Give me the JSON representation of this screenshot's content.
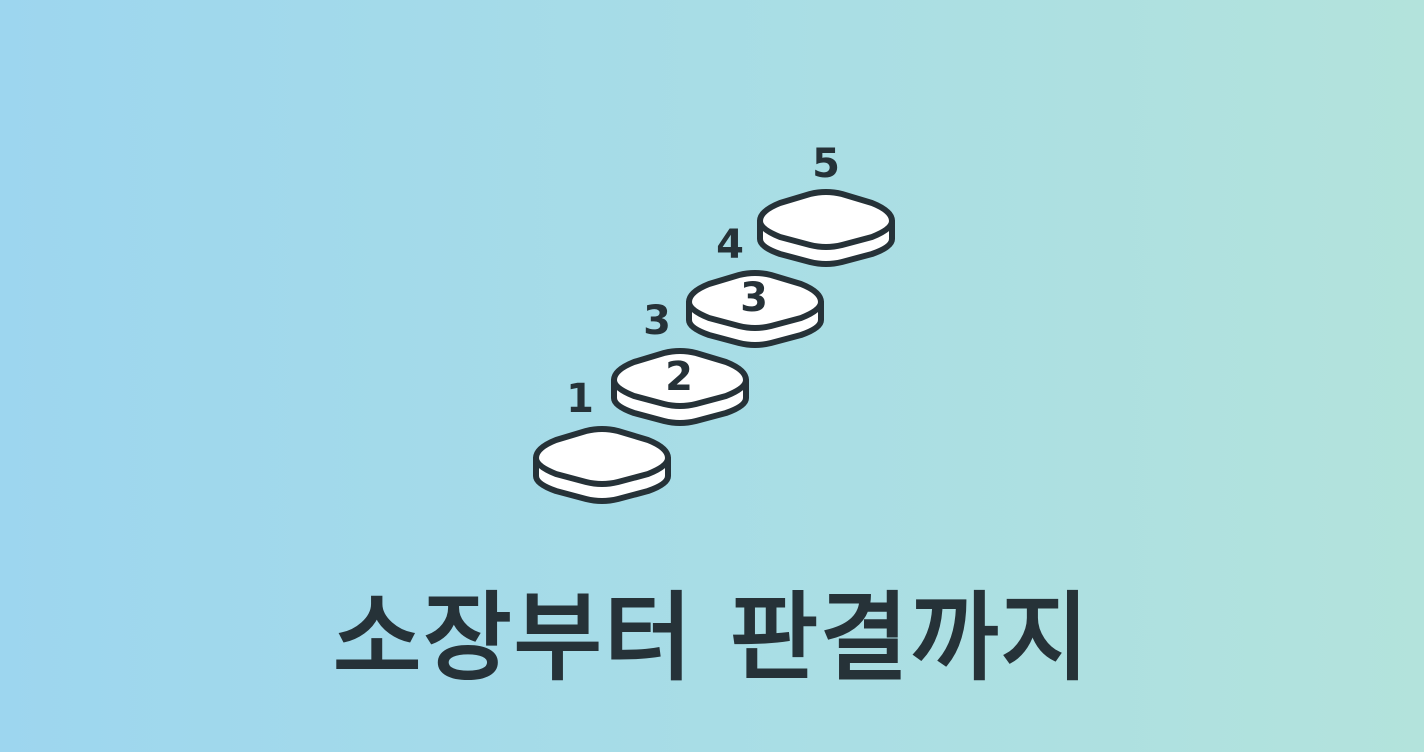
{
  "illustration": {
    "step_labels": [
      "1",
      "2",
      "3",
      "3",
      "4",
      "5"
    ]
  },
  "title": "소장부터 판결까지",
  "colors": {
    "ink": "#263238",
    "bg_left": "#9dd6ef",
    "bg_right": "#b3e3dc"
  }
}
